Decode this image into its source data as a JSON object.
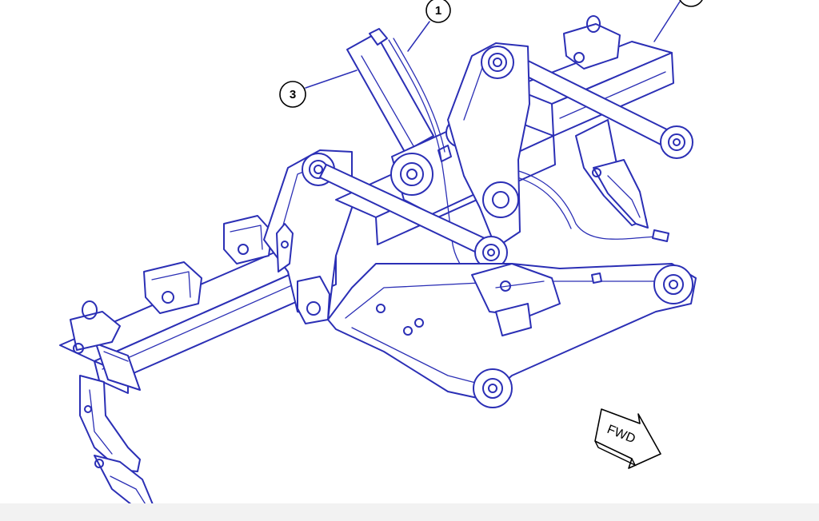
{
  "diagram": {
    "stroke_color": "#2b2fb5",
    "callouts": [
      {
        "id": "1",
        "label": "1"
      },
      {
        "id": "3",
        "label": "3"
      },
      {
        "id": "2",
        "label": ""
      }
    ],
    "direction_arrow": {
      "label": "FWD"
    }
  }
}
